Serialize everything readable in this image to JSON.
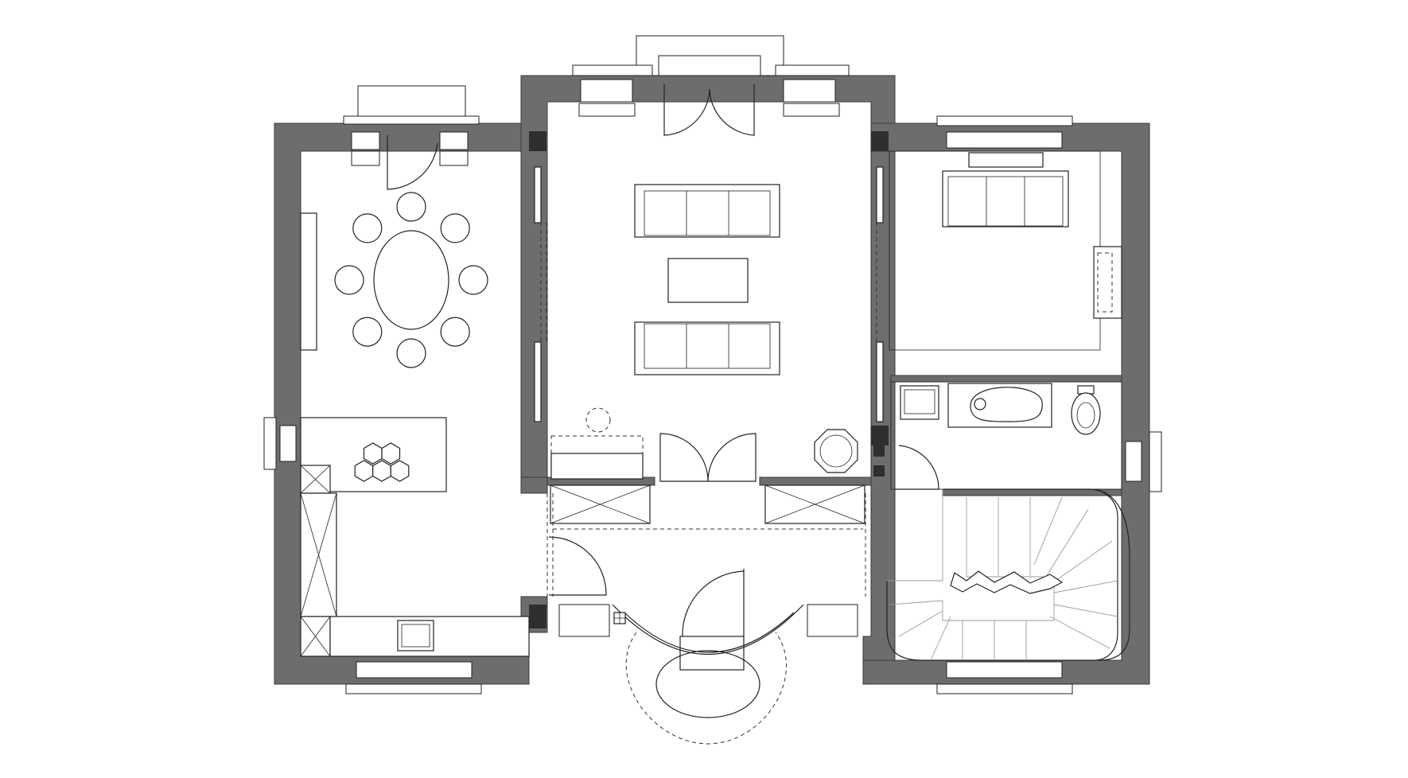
{
  "plan": {
    "wall_color": "#6d6d6d",
    "line_color": "#222222",
    "background": "#ffffff"
  },
  "rooms": [
    {
      "id": "dining-kitchen",
      "furniture": [
        "dining-table-oval",
        "dining-chair",
        "kitchen-island",
        "kitchen-counter",
        "kitchen-sink"
      ]
    },
    {
      "id": "living-room",
      "furniture": [
        "sofa",
        "sofa",
        "coffee-table",
        "round-side-table",
        "round-stool",
        "console-bench"
      ]
    },
    {
      "id": "bedroom",
      "furniture": [
        "sofa",
        "wall-unit"
      ]
    },
    {
      "id": "bathroom",
      "furniture": [
        "bathtub",
        "washbasin",
        "toilet"
      ]
    },
    {
      "id": "entrance-hall",
      "furniture": [
        "wardrobe",
        "wardrobe"
      ]
    },
    {
      "id": "staircase",
      "furniture": [
        "spiral-stair"
      ]
    }
  ],
  "dining_chairs": 8,
  "island_hexagons": 5
}
